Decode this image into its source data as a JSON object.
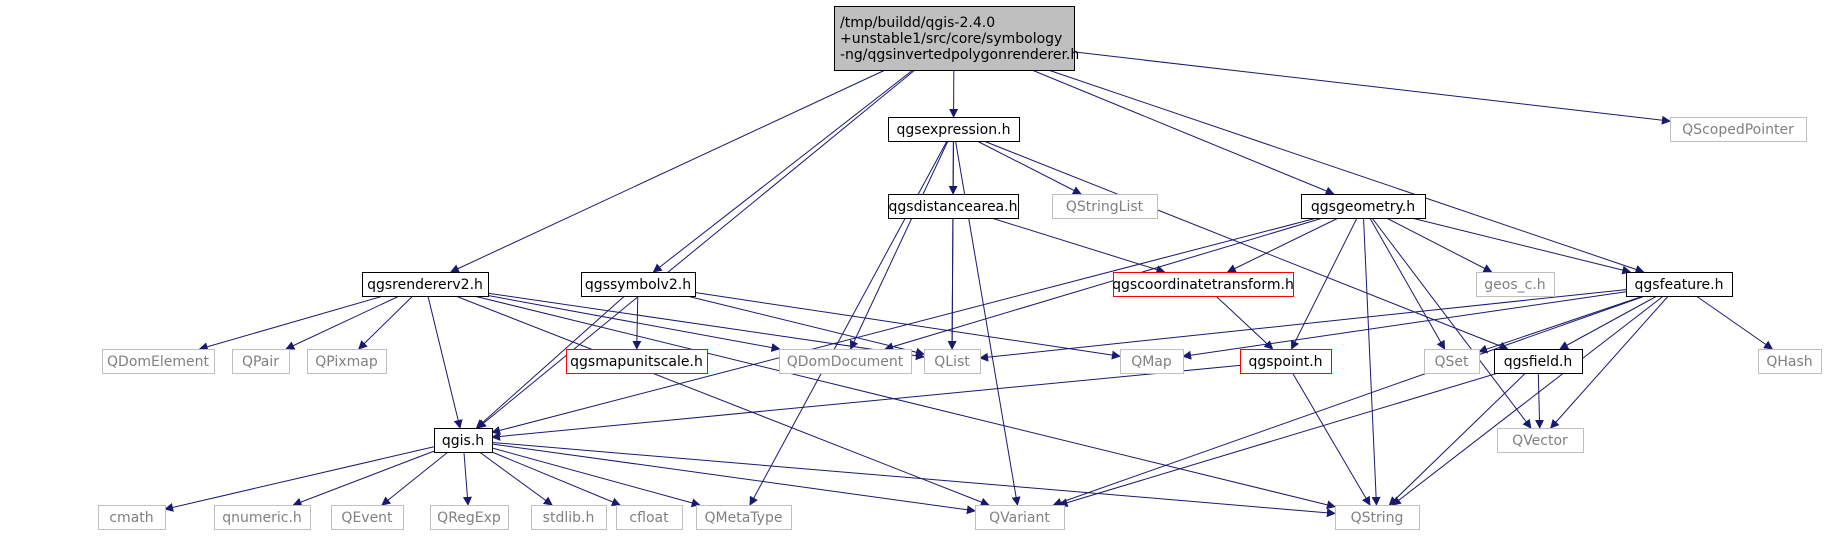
{
  "diagram": {
    "nodes": [
      {
        "id": "root",
        "lines": [
          "/tmp/buildd/qgis-2.4.0",
          "+unstable1/src/core/symbology",
          "-ng/qgsinvertedpolygonrenderer.h"
        ],
        "style": "root"
      },
      {
        "id": "qgsexpression",
        "lines": [
          "qgsexpression.h"
        ],
        "style": "black"
      },
      {
        "id": "qscopedpointer",
        "lines": [
          "QScopedPointer"
        ],
        "style": "gray"
      },
      {
        "id": "qgsdistancearea",
        "lines": [
          "qgsdistancearea.h"
        ],
        "style": "black"
      },
      {
        "id": "qstringlist",
        "lines": [
          "QStringList"
        ],
        "style": "gray"
      },
      {
        "id": "qgsgeometry",
        "lines": [
          "qgsgeometry.h"
        ],
        "style": "black"
      },
      {
        "id": "qgsrendererv2",
        "lines": [
          "qgsrendererv2.h"
        ],
        "style": "black"
      },
      {
        "id": "qgssymbolv2",
        "lines": [
          "qgssymbolv2.h"
        ],
        "style": "black"
      },
      {
        "id": "qgscoordinatetransform",
        "lines": [
          "qgscoordinatetransform.h"
        ],
        "style": "red"
      },
      {
        "id": "geos_c",
        "lines": [
          "geos_c.h"
        ],
        "style": "gray"
      },
      {
        "id": "qgsfeature",
        "lines": [
          "qgsfeature.h"
        ],
        "style": "black"
      },
      {
        "id": "qdomelement",
        "lines": [
          "QDomElement"
        ],
        "style": "gray"
      },
      {
        "id": "qpair",
        "lines": [
          "QPair"
        ],
        "style": "gray"
      },
      {
        "id": "qpixmap",
        "lines": [
          "QPixmap"
        ],
        "style": "gray"
      },
      {
        "id": "qgsmapunitscale",
        "lines": [
          "qgsmapunitscale.h"
        ],
        "style": "red"
      },
      {
        "id": "qdomdocument",
        "lines": [
          "QDomDocument"
        ],
        "style": "gray"
      },
      {
        "id": "qlist",
        "lines": [
          "QList"
        ],
        "style": "gray"
      },
      {
        "id": "qmap",
        "lines": [
          "QMap"
        ],
        "style": "gray"
      },
      {
        "id": "qgspoint",
        "lines": [
          "qgspoint.h"
        ],
        "style": "red"
      },
      {
        "id": "qset",
        "lines": [
          "QSet"
        ],
        "style": "gray"
      },
      {
        "id": "qgsfield",
        "lines": [
          "qgsfield.h"
        ],
        "style": "black"
      },
      {
        "id": "qhash",
        "lines": [
          "QHash"
        ],
        "style": "gray"
      },
      {
        "id": "qgis",
        "lines": [
          "qgis.h"
        ],
        "style": "black"
      },
      {
        "id": "qvector",
        "lines": [
          "QVector"
        ],
        "style": "gray"
      },
      {
        "id": "cmath",
        "lines": [
          "cmath"
        ],
        "style": "gray"
      },
      {
        "id": "qnumeric",
        "lines": [
          "qnumeric.h"
        ],
        "style": "gray"
      },
      {
        "id": "qevent",
        "lines": [
          "QEvent"
        ],
        "style": "gray"
      },
      {
        "id": "qregexp",
        "lines": [
          "QRegExp"
        ],
        "style": "gray"
      },
      {
        "id": "stdlib",
        "lines": [
          "stdlib.h"
        ],
        "style": "gray"
      },
      {
        "id": "cfloat",
        "lines": [
          "cfloat"
        ],
        "style": "gray"
      },
      {
        "id": "qmetatype",
        "lines": [
          "QMetaType"
        ],
        "style": "gray"
      },
      {
        "id": "qvariant",
        "lines": [
          "QVariant"
        ],
        "style": "gray"
      },
      {
        "id": "qstring",
        "lines": [
          "QString"
        ],
        "style": "gray"
      }
    ],
    "edges": [
      [
        "root",
        "qgsexpression"
      ],
      [
        "root",
        "qscopedpointer"
      ],
      [
        "root",
        "qgsgeometry"
      ],
      [
        "root",
        "qgsrendererv2"
      ],
      [
        "root",
        "qgssymbolv2"
      ],
      [
        "root",
        "qgsfeature"
      ],
      [
        "root",
        "qgis"
      ],
      [
        "qgsexpression",
        "qgsdistancearea"
      ],
      [
        "qgsexpression",
        "qstringlist"
      ],
      [
        "qgsexpression",
        "qdomdocument"
      ],
      [
        "qgsexpression",
        "qlist"
      ],
      [
        "qgsexpression",
        "qmetatype"
      ],
      [
        "qgsexpression",
        "qvariant"
      ],
      [
        "qgsexpression",
        "qgsfield"
      ],
      [
        "qgsdistancearea",
        "qlist"
      ],
      [
        "qgsdistancearea",
        "qgscoordinatetransform"
      ],
      [
        "qgsgeometry",
        "qgscoordinatetransform"
      ],
      [
        "qgsgeometry",
        "geos_c"
      ],
      [
        "qgsgeometry",
        "qgsfeature"
      ],
      [
        "qgsgeometry",
        "qdomdocument"
      ],
      [
        "qgsgeometry",
        "qgspoint"
      ],
      [
        "qgsgeometry",
        "qset"
      ],
      [
        "qgsgeometry",
        "qvector"
      ],
      [
        "qgsgeometry",
        "qstring"
      ],
      [
        "qgsgeometry",
        "qgis"
      ],
      [
        "qgsrendererv2",
        "qdomelement"
      ],
      [
        "qgsrendererv2",
        "qpair"
      ],
      [
        "qgsrendererv2",
        "qpixmap"
      ],
      [
        "qgsrendererv2",
        "qdomdocument"
      ],
      [
        "qgsrendererv2",
        "qlist"
      ],
      [
        "qgsrendererv2",
        "qgis"
      ],
      [
        "qgsrendererv2",
        "qvariant"
      ],
      [
        "qgsrendererv2",
        "qstring"
      ],
      [
        "qgssymbolv2",
        "qgsmapunitscale"
      ],
      [
        "qgssymbolv2",
        "qlist"
      ],
      [
        "qgssymbolv2",
        "qmap"
      ],
      [
        "qgssymbolv2",
        "qgis"
      ],
      [
        "qgscoordinatetransform",
        "qgspoint"
      ],
      [
        "qgsfeature",
        "qlist"
      ],
      [
        "qgsfeature",
        "qmap"
      ],
      [
        "qgsfeature",
        "qset"
      ],
      [
        "qgsfeature",
        "qgsfield"
      ],
      [
        "qgsfeature",
        "qhash"
      ],
      [
        "qgsfeature",
        "qvector"
      ],
      [
        "qgsfeature",
        "qvariant"
      ],
      [
        "qgsfeature",
        "qstring"
      ],
      [
        "qgspoint",
        "qgis"
      ],
      [
        "qgspoint",
        "qstring"
      ],
      [
        "qgsfield",
        "qvector"
      ],
      [
        "qgsfield",
        "qvariant"
      ],
      [
        "qgsfield",
        "qstring"
      ],
      [
        "qgis",
        "cmath"
      ],
      [
        "qgis",
        "qnumeric"
      ],
      [
        "qgis",
        "qevent"
      ],
      [
        "qgis",
        "qregexp"
      ],
      [
        "qgis",
        "stdlib"
      ],
      [
        "qgis",
        "cfloat"
      ],
      [
        "qgis",
        "qmetatype"
      ],
      [
        "qgis",
        "qvariant"
      ],
      [
        "qgis",
        "qstring"
      ]
    ]
  },
  "colors": {
    "edge": "#191970",
    "black_border": "#000000",
    "gray_border": "#bfbfbf",
    "red_border": "#ff0000",
    "root_fill": "#bfbfbf",
    "text_black": "#000000",
    "text_gray": "#808080"
  }
}
